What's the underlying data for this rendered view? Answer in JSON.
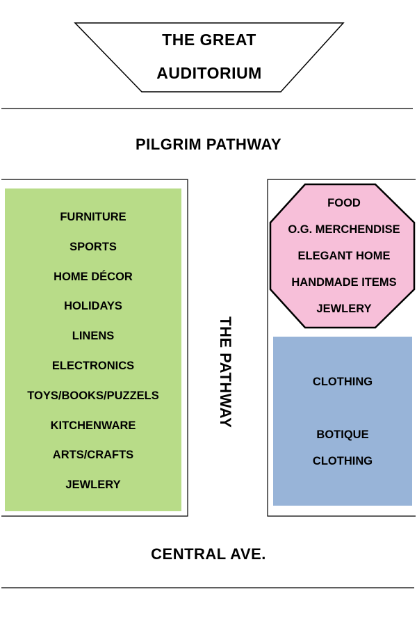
{
  "auditorium": {
    "line1": "THE GREAT",
    "line2": "AUDITORIUM"
  },
  "roads": {
    "top": "PILGRIM PATHWAY",
    "middle": "THE PATHWAY",
    "bottom": "CENTRAL AVE."
  },
  "left_section": {
    "color": "#b8dc88",
    "items": [
      "FURNITURE",
      "SPORTS",
      "HOME DÉCOR",
      "HOLIDAYS",
      "LINENS",
      "ELECTRONICS",
      "TOYS/BOOKS/PUZZELS",
      "KITCHENWARE",
      "ARTS/CRAFTS",
      "JEWLERY"
    ]
  },
  "octagon_section": {
    "color": "#f7bfd9",
    "items": [
      "FOOD",
      "O.G. MERCHENDISE",
      "ELEGANT HOME",
      "HANDMADE ITEMS",
      "JEWLERY"
    ]
  },
  "blue_section": {
    "color": "#98b4d8",
    "item1": "CLOTHING",
    "item2_line1": "BOTIQUE",
    "item2_line2": "CLOTHING"
  }
}
